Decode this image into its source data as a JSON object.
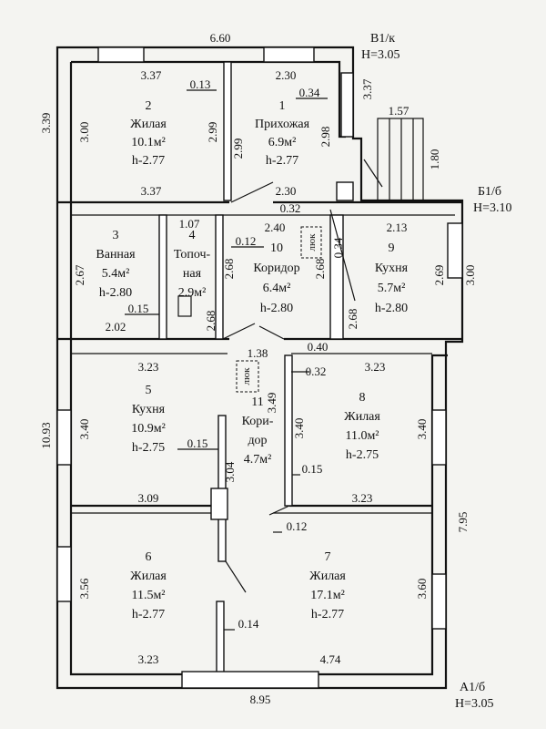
{
  "blocks": {
    "v1": {
      "name": "В1/к",
      "height": "H=3.05"
    },
    "b1": {
      "name": "Б1/б",
      "height": "H=3.10"
    },
    "a1": {
      "name": "А1/б",
      "height": "H=3.05"
    }
  },
  "rooms": [
    {
      "id": "r2",
      "num": "2",
      "name": "Жилая",
      "area": "10.1м²",
      "h": "h-2.77"
    },
    {
      "id": "r1",
      "num": "1",
      "name": "Прихожая",
      "area": "6.9м²",
      "h": "h-2.77"
    },
    {
      "id": "r3",
      "num": "3",
      "name": "Ванная",
      "area": "5.4м²",
      "h": "h-2.80"
    },
    {
      "id": "r4",
      "num": "4",
      "name": "Топоч-",
      "name2": "ная",
      "area": "2.9м²",
      "h": ""
    },
    {
      "id": "r10",
      "num": "10",
      "name": "Коридор",
      "area": "6.4м²",
      "h": "h-2.80"
    },
    {
      "id": "r9",
      "num": "9",
      "name": "Кухня",
      "area": "5.7м²",
      "h": "h-2.80"
    },
    {
      "id": "r5",
      "num": "5",
      "name": "Кухня",
      "area": "10.9м²",
      "h": "h-2.75"
    },
    {
      "id": "r11",
      "num": "11",
      "name": "Кори-",
      "name2": "дор",
      "area": "4.7м²",
      "h": ""
    },
    {
      "id": "r8",
      "num": "8",
      "name": "Жилая",
      "area": "11.0м²",
      "h": "h-2.75"
    },
    {
      "id": "r6",
      "num": "6",
      "name": "Жилая",
      "area": "11.5м²",
      "h": "h-2.77"
    },
    {
      "id": "r7",
      "num": "7",
      "name": "Жилая",
      "area": "17.1м²",
      "h": "h-2.77"
    }
  ],
  "hatches": [
    "люк",
    "люк"
  ],
  "dimensions": [
    "6.60",
    "3.37",
    "2.30",
    "0.13",
    "0.34",
    "3.37",
    "1.57",
    "3.39",
    "3.00",
    "2.99",
    "2.99",
    "2.98",
    "1.80",
    "3.37",
    "2.30",
    "0.32",
    "1.07",
    "2.40",
    "2.13",
    "0.12",
    "0.34",
    "2.67",
    "2.68",
    "2.68",
    "2.69",
    "3.00",
    "0.15",
    "2.02",
    "2.68",
    "2.68",
    "1.38",
    "0.40",
    "3.23",
    "0.32",
    "3.23",
    "3.49",
    "10.93",
    "3.40",
    "3.40",
    "3.40",
    "0.15",
    "3.04",
    "0.15",
    "3.09",
    "3.23",
    "0.12",
    "7.95",
    "3.56",
    "3.60",
    "0.14",
    "3.23",
    "4.74",
    "8.95"
  ]
}
